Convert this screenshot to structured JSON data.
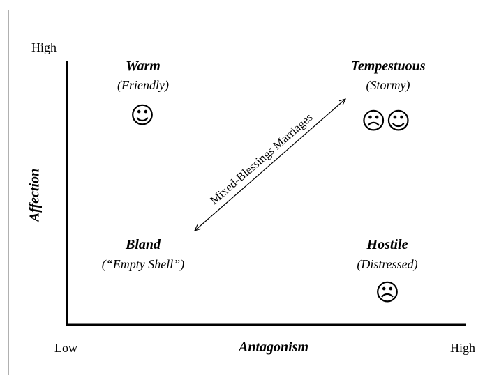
{
  "axes": {
    "y_title": "Affection",
    "x_title": "Antagonism",
    "y_high": "High",
    "x_low": "Low",
    "x_high": "High"
  },
  "quadrants": {
    "warm": {
      "title": "Warm",
      "subtitle": "(Friendly)",
      "faces": "☺"
    },
    "tempestuous": {
      "title": "Tempestuous",
      "subtitle": "(Stormy)",
      "faces": "☹☺"
    },
    "bland": {
      "title": "Bland",
      "subtitle": "(“Empty Shell”)",
      "faces": ""
    },
    "hostile": {
      "title": "Hostile",
      "subtitle": "(Distressed)",
      "faces": "☹"
    }
  },
  "diagonal_label": "Mixed-Blessings Marriages"
}
